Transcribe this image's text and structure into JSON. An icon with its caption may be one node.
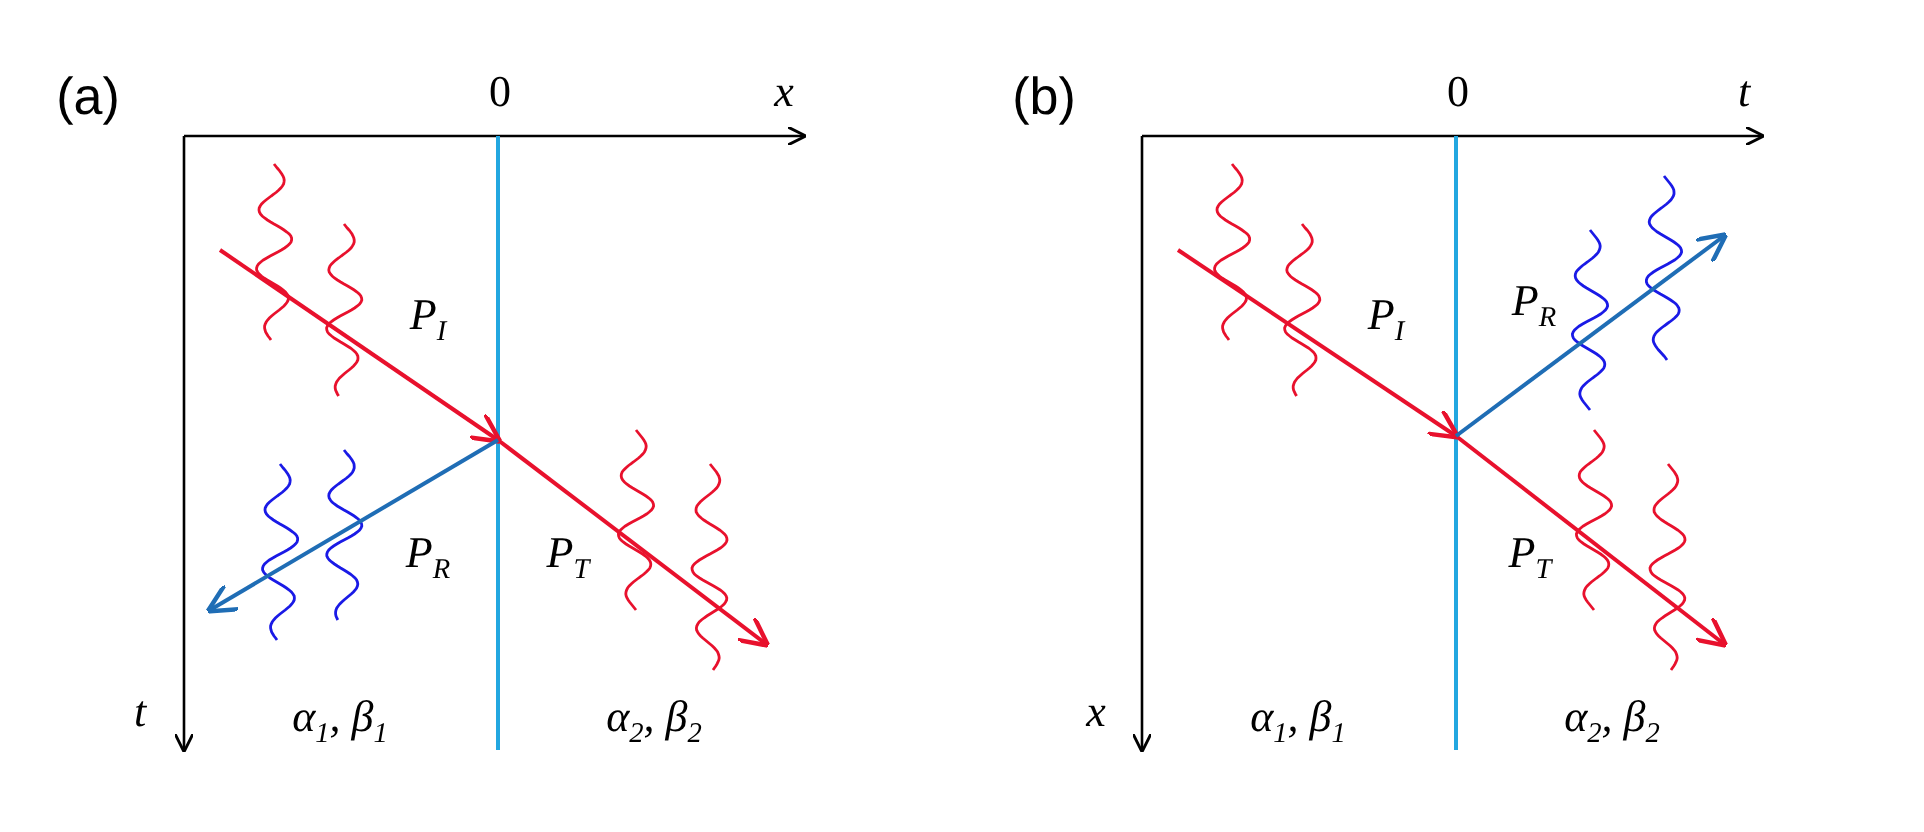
{
  "diagram": {
    "labels": [
      "(a)",
      "0",
      "x",
      "P$_{I}$",
      "P$_{R}$",
      "P$_{T}$",
      "t",
      "α$_{1}$, β$_{1}$",
      "α$_{2}$, β$_{2}$",
      "(b)",
      "0",
      "t",
      "P$_{I}$",
      "P$_{R}$",
      "P$_{T}$",
      "x",
      "α$_{1}$, β$_{1}$",
      "α$_{2}$, β$_{2}$"
    ]
  }
}
